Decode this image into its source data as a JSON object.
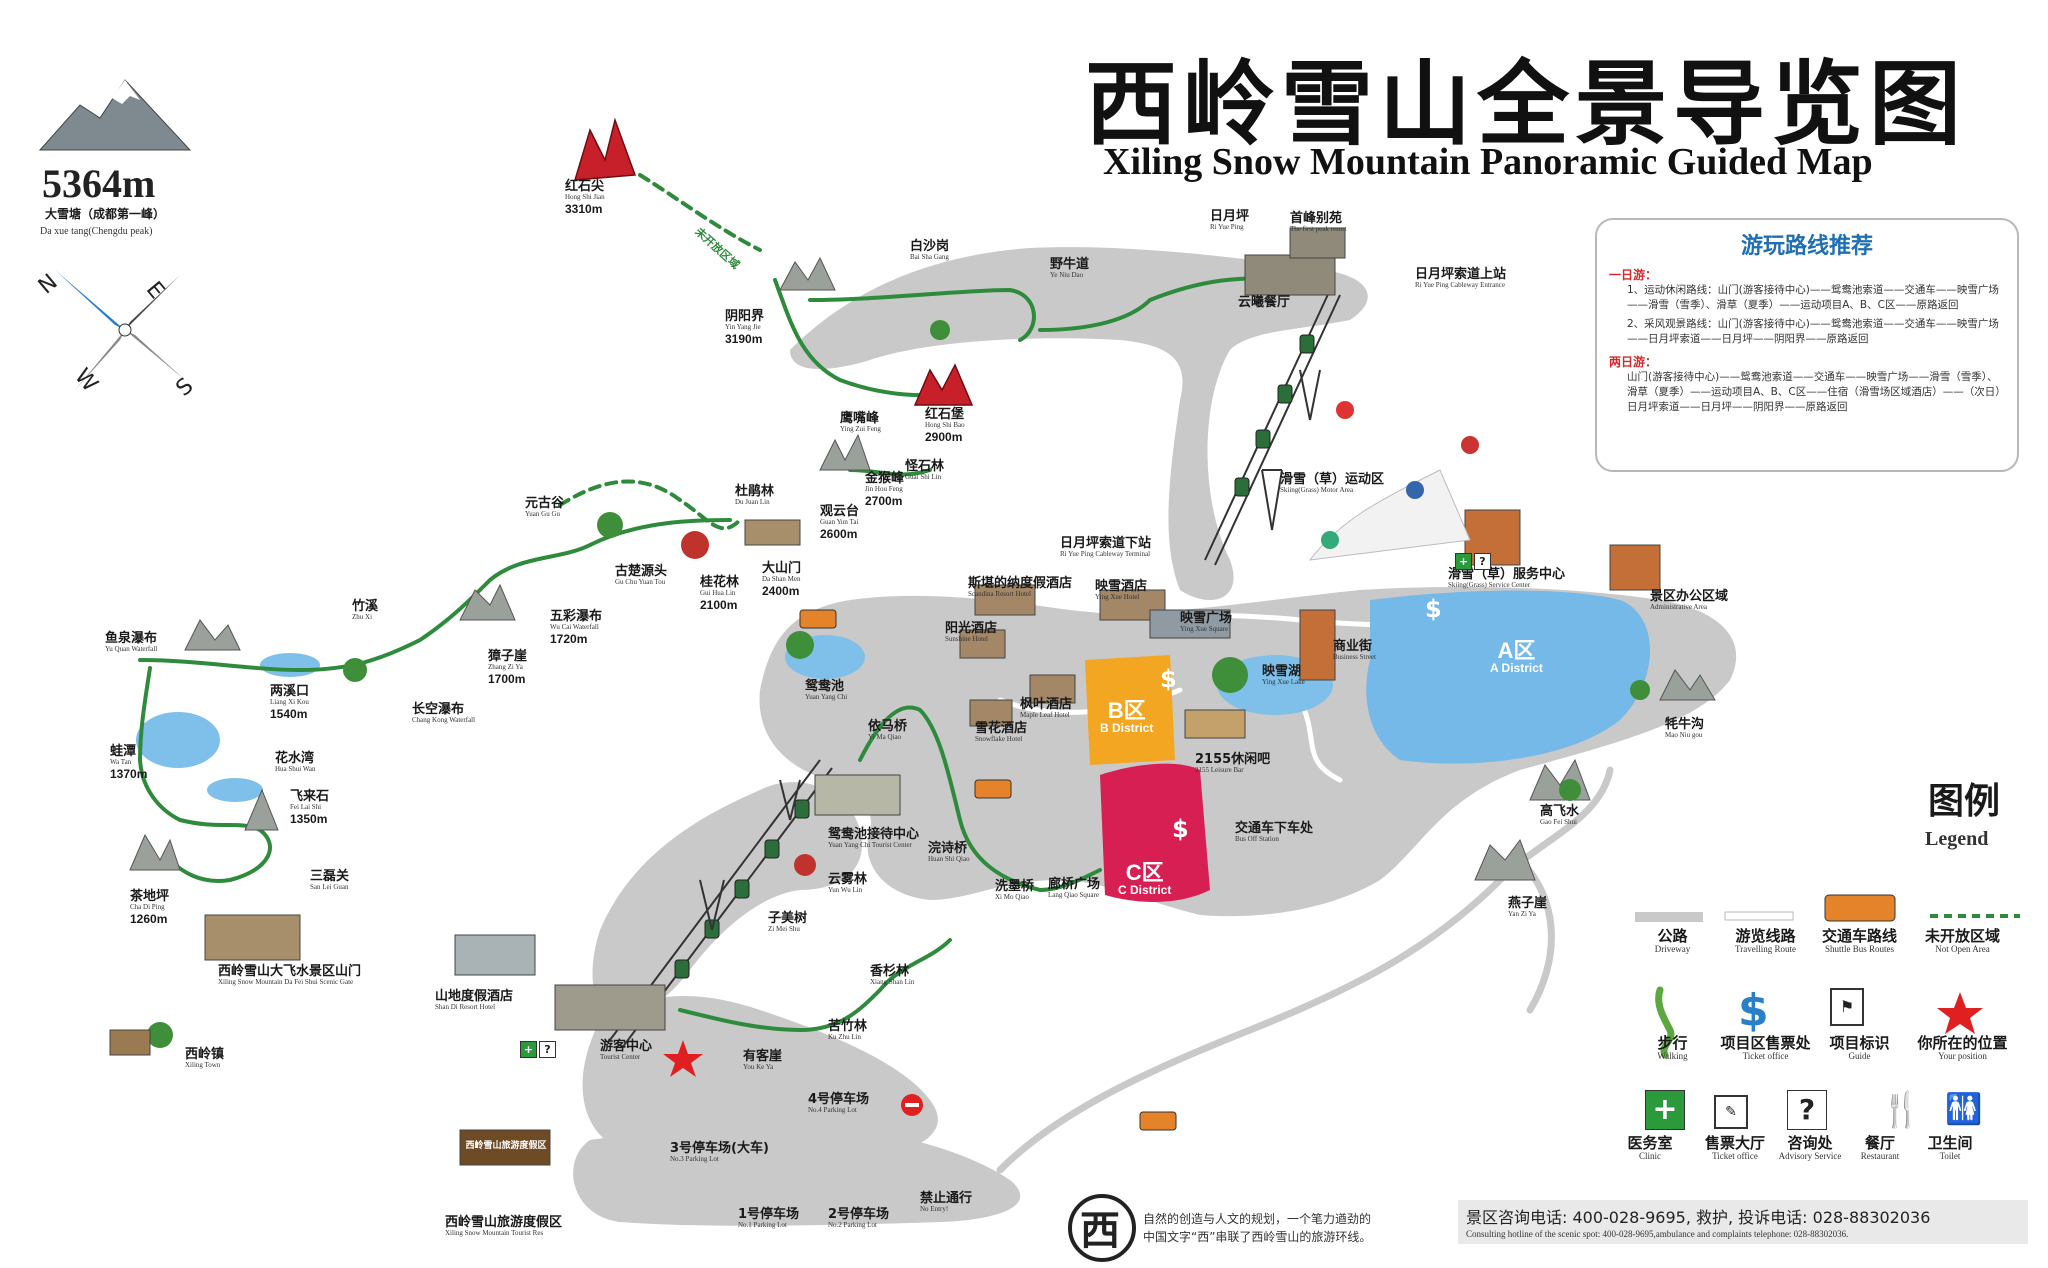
{
  "title": {
    "cn": "西岭雪山全景导览图",
    "en": "Xiling Snow Mountain Panoramic Guided Map"
  },
  "peak": {
    "elevation": "5364m",
    "cn": "大雪塘（成都第一峰）",
    "en": "Da xue tang(Chengdu peak)"
  },
  "compass": {
    "n": "N",
    "e": "E",
    "s": "S",
    "w": "W"
  },
  "routes": {
    "title": "游玩路线推荐",
    "one_day": "一日游：",
    "one_day_1": "1、运动休闲路线：山门(游客接待中心)——鸳鸯池索道——交通车——映雪广场——滑雪（雪季）、滑草（夏季）——运动项目A、B、C区——原路返回",
    "one_day_2": "2、采风观景路线：山门(游客接待中心)——鸳鸯池索道——交通车——映雪广场——日月坪索道——日月坪——阴阳界——原路返回",
    "two_day": "两日游：",
    "two_day_1": "山门(游客接待中心)——鸳鸯池索道——交通车——映雪广场——滑雪（雪季）、滑草（夏季）——运动项目A、B、C区——住宿（滑雪场区域酒店）——（次日）日月坪索道——日月坪——阴阳界——原路返回"
  },
  "legend": {
    "title_cn": "图例",
    "title_en": "Legend",
    "items": [
      {
        "cn": "公路",
        "en": "Driveway"
      },
      {
        "cn": "游览线路",
        "en": "Travelling Route"
      },
      {
        "cn": "交通车路线",
        "en": "Shuttle Bus Routes"
      },
      {
        "cn": "未开放区域",
        "en": "Not Open Area"
      },
      {
        "cn": "步行",
        "en": "Walking"
      },
      {
        "cn": "项目区售票处",
        "en": "Ticket office"
      },
      {
        "cn": "项目标识",
        "en": "Guide"
      },
      {
        "cn": "你所在的位置",
        "en": "Your position"
      },
      {
        "cn": "医务室",
        "en": "Clinic"
      },
      {
        "cn": "售票大厅",
        "en": "Ticket office"
      },
      {
        "cn": "咨询处",
        "en": "Advisory Service"
      },
      {
        "cn": "餐厅",
        "en": "Restaurant"
      },
      {
        "cn": "卫生间",
        "en": "Toilet"
      }
    ]
  },
  "labels": [
    {
      "id": "hongshijian",
      "cn": "红石尖",
      "en": "Hong Shi Jian",
      "el": "3310m"
    },
    {
      "id": "yinyangjie",
      "cn": "阴阳界",
      "en": "Yin Yang Jie",
      "el": "3190m"
    },
    {
      "id": "baishagang",
      "cn": "白沙岗",
      "en": "Bai Sha Gang",
      "el": ""
    },
    {
      "id": "yeniudao",
      "cn": "野牛道",
      "en": "Ye Niu Dao",
      "el": ""
    },
    {
      "id": "riyueping",
      "cn": "日月坪",
      "en": "Ri Yue Ping",
      "el": ""
    },
    {
      "id": "shoufengbieyuan",
      "cn": "首峰别苑",
      "en": "The first peak resort",
      "el": ""
    },
    {
      "id": "riyuetop",
      "cn": "日月坪索道上站",
      "en": "Ri Yue Ping Cableway Entrance",
      "el": ""
    },
    {
      "id": "yunxiao",
      "cn": "云曦餐厅",
      "en": "",
      "el": ""
    },
    {
      "id": "yingzuifeng",
      "cn": "鹰嘴峰",
      "en": "Ying Zui Feng",
      "el": ""
    },
    {
      "id": "hongshibao",
      "cn": "红石堡",
      "en": "Hong Shi Bao",
      "el": "2900m"
    },
    {
      "id": "guaishilin",
      "cn": "怪石林",
      "en": "Guai Shi Lin",
      "el": ""
    },
    {
      "id": "jinhoufeng",
      "cn": "金猴峰",
      "en": "Jin Hou Feng",
      "el": "2700m"
    },
    {
      "id": "dujuanlin",
      "cn": "杜鹃林",
      "en": "Du Juan Lin",
      "el": ""
    },
    {
      "id": "guanyuntai",
      "cn": "观云台",
      "en": "Guan Yun Tai",
      "el": "2600m"
    },
    {
      "id": "yuangugu",
      "cn": "元古谷",
      "en": "Yuan Gu Gu",
      "el": ""
    },
    {
      "id": "guchuyuantou",
      "cn": "古楚源头",
      "en": "Gu Chu Yuan Tou",
      "el": ""
    },
    {
      "id": "guihualin",
      "cn": "桂花林",
      "en": "Gui Hua Lin",
      "el": "2100m"
    },
    {
      "id": "dashanmen",
      "cn": "大山门",
      "en": "Da Shan Men",
      "el": "2400m"
    },
    {
      "id": "zhuxi",
      "cn": "竹溪",
      "en": "Zhu Xi",
      "el": ""
    },
    {
      "id": "wucaipubu",
      "cn": "五彩瀑布",
      "en": "Wu Cai Waterfall",
      "el": "1720m"
    },
    {
      "id": "zhangziya",
      "cn": "獐子崖",
      "en": "Zhang Zi Ya",
      "el": "1700m"
    },
    {
      "id": "yuquanpubu",
      "cn": "鱼泉瀑布",
      "en": "Yu Quan Waterfall",
      "el": ""
    },
    {
      "id": "liangxikou",
      "cn": "两溪口",
      "en": "Liang Xi Kou",
      "el": "1540m"
    },
    {
      "id": "changkong",
      "cn": "长空瀑布",
      "en": "Chang Kong Waterfall",
      "el": ""
    },
    {
      "id": "watan",
      "cn": "蛙潭",
      "en": "Wa Tan",
      "el": "1370m"
    },
    {
      "id": "huashuiwan",
      "cn": "花水湾",
      "en": "Hua Shui Wan",
      "el": ""
    },
    {
      "id": "feilaishi",
      "cn": "飞来石",
      "en": "Fei Lai Shi",
      "el": "1350m"
    },
    {
      "id": "sanleiguan",
      "cn": "三磊关",
      "en": "San Lei Guan",
      "el": ""
    },
    {
      "id": "chadiping",
      "cn": "茶地坪",
      "en": "Cha Di Ping",
      "el": "1260m"
    },
    {
      "id": "dafeishuigate",
      "cn": "西岭雪山大飞水景区山门",
      "en": "Xiling Snow Mountain Da Fei Shui Scenic Gate",
      "el": ""
    },
    {
      "id": "xilingzhen",
      "cn": "西岭镇",
      "en": "Xiling Town",
      "el": ""
    },
    {
      "id": "shandi",
      "cn": "山地度假酒店",
      "en": "Shan Di Resort Hotel",
      "el": ""
    },
    {
      "id": "tourist",
      "cn": "游客中心",
      "en": "Tourist Center",
      "el": ""
    },
    {
      "id": "youkeya",
      "cn": "有客崖",
      "en": "You Ke Ya",
      "el": ""
    },
    {
      "id": "kuzhulin",
      "cn": "苦竹林",
      "en": "Ku Zhu Lin",
      "el": ""
    },
    {
      "id": "xiangshanlin",
      "cn": "香杉林",
      "en": "Xiang Shan Lin",
      "el": ""
    },
    {
      "id": "zimeishu",
      "cn": "子美树",
      "en": "Zi Mei Shu",
      "el": ""
    },
    {
      "id": "yunwulin",
      "cn": "云雾林",
      "en": "Yun Wu Lin",
      "el": ""
    },
    {
      "id": "yuanyangtc",
      "cn": "鸳鸯池接待中心",
      "en": "Yuan Yang Chi Tourist Center",
      "el": ""
    },
    {
      "id": "yuanyangchi",
      "cn": "鸳鸯池",
      "en": "Yuan Yang Chi",
      "el": ""
    },
    {
      "id": "yimaqiao",
      "cn": "依马桥",
      "en": "Yi Ma Qiao",
      "el": ""
    },
    {
      "id": "huanshiqiao",
      "cn": "浣诗桥",
      "en": "Huan Shi Qiao",
      "el": ""
    },
    {
      "id": "ximoqiao",
      "cn": "洗墨桥",
      "en": "Xi Mo Qiao",
      "el": ""
    },
    {
      "id": "langqiao",
      "cn": "廊桥广场",
      "en": "Lang Qiao Square",
      "el": ""
    },
    {
      "id": "xuehua",
      "cn": "雪花酒店",
      "en": "Snowflake Hotel",
      "el": ""
    },
    {
      "id": "fengye",
      "cn": "枫叶酒店",
      "en": "Maple Leaf Hotel",
      "el": ""
    },
    {
      "id": "yangguang",
      "cn": "阳光酒店",
      "en": "Sunshine Hotel",
      "el": ""
    },
    {
      "id": "sikandi",
      "cn": "斯堪的纳度假酒店",
      "en": "Scandina Resort Hotel",
      "el": ""
    },
    {
      "id": "yingxuehotel",
      "cn": "映雪酒店",
      "en": "Ying Xue Hotel",
      "el": ""
    },
    {
      "id": "riyuebottom",
      "cn": "日月坪索道下站",
      "en": "Ri Yue Ping Cableway Terminal",
      "el": ""
    },
    {
      "id": "yingxuesq",
      "cn": "映雪广场",
      "en": "Ying Xue Square",
      "el": ""
    },
    {
      "id": "yingxuehu",
      "cn": "映雪湖",
      "en": "Ying Xue Lake",
      "el": ""
    },
    {
      "id": "shangye",
      "cn": "商业街",
      "en": "Business Street",
      "el": ""
    },
    {
      "id": "bar2155",
      "cn": "2155休闲吧",
      "en": "2155 Leisure Bar",
      "el": ""
    },
    {
      "id": "busoff",
      "cn": "交通车下车处",
      "en": "Bus Off Station",
      "el": ""
    },
    {
      "id": "skiing",
      "cn": "滑雪（草）运动区",
      "en": "Skiing(Grass) Motor Area",
      "el": ""
    },
    {
      "id": "skiservice",
      "cn": "滑雪（草）服务中心",
      "en": "Skiing(Grass) Service Center",
      "el": ""
    },
    {
      "id": "admin",
      "cn": "景区办公区域",
      "en": "Administrative Area",
      "el": ""
    },
    {
      "id": "maoniugou",
      "cn": "牦牛沟",
      "en": "Mao Niu gou",
      "el": ""
    },
    {
      "id": "gaofeishui",
      "cn": "高飞水",
      "en": "Gao Fei Shui",
      "el": ""
    },
    {
      "id": "yanziya",
      "cn": "燕子崖",
      "en": "Yan Zi Ya",
      "el": ""
    },
    {
      "id": "p4",
      "cn": "4号停车场",
      "en": "No.4 Parking Lot",
      "el": ""
    },
    {
      "id": "p3",
      "cn": "3号停车场(大车)",
      "en": "No.3 Parking Lot",
      "el": ""
    },
    {
      "id": "p1",
      "cn": "1号停车场",
      "en": "No.1 Parking Lot",
      "el": ""
    },
    {
      "id": "p2",
      "cn": "2号停车场",
      "en": "No.2 Parking Lot",
      "el": ""
    },
    {
      "id": "noentry",
      "cn": "禁止通行",
      "en": "No Entry!",
      "el": ""
    },
    {
      "id": "resort",
      "cn": "西岭雪山旅游度假区",
      "en": "Xiling Snow Mountain Tourist Res",
      "el": ""
    }
  ],
  "unopened_tag": "未开放区域",
  "districts": {
    "a": "A区",
    "a_en": "A District",
    "b": "B区",
    "b_en": "B District",
    "c": "C区",
    "c_en": "C District"
  },
  "resort_sign": "西岭雪山旅游度假区",
  "slogan": {
    "line1": "自然的创造与人文的规划，一个笔力遒劲的",
    "line2": "中国文字“西”串联了西岭雪山的旅游环线。",
    "logo": "西"
  },
  "hotline": {
    "cn": "景区咨询电话: 400-028-9695, 救护, 投诉电话: 028-88302036",
    "en": "Consulting hotline of the scenic spot: 400-028-9695,ambulance and complaints telephone: 028-88302036."
  },
  "facility_icons": {
    "clinic": "+",
    "info": "?",
    "ticket": "$"
  },
  "colors": {
    "road": "#c9c9c9",
    "route": "#2e8b3c",
    "lake": "#7fc0ea",
    "district_a": "#74b9e8",
    "district_b": "#f2a621",
    "district_c": "#d81f54",
    "star": "#e02020"
  }
}
